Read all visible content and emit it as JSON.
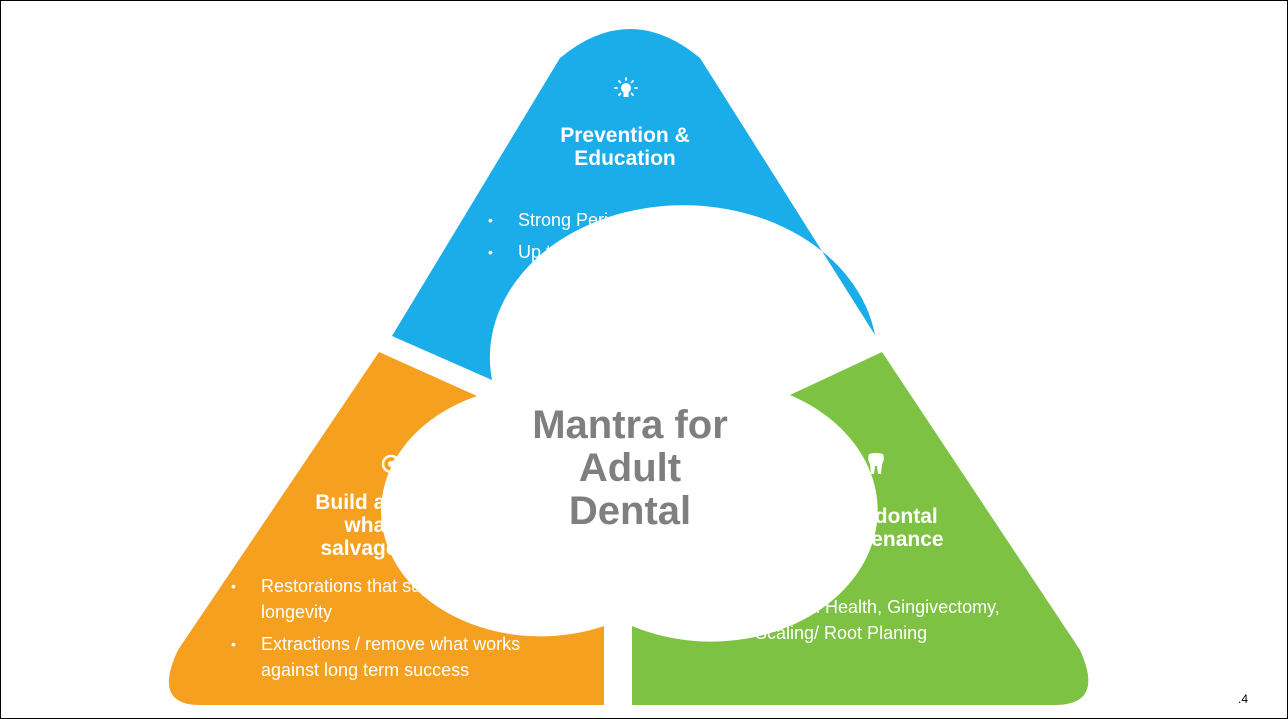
{
  "center": {
    "lines": [
      "Mantra for",
      "Adult",
      "Dental"
    ]
  },
  "sections": {
    "prevention": {
      "title_lines": [
        "Prevention &",
        "Education"
      ],
      "icon": "lightbulb-icon",
      "color": "#1aadea",
      "bullets": [
        "Strong Periodontal goals",
        "Up to 3 cleanings per year"
      ]
    },
    "salvage": {
      "title_lines": [
        "Build around",
        "what is",
        "salvageable"
      ],
      "icon": "target-icon",
      "color": "#f5a01f",
      "bullets": [
        "Restorations that support longevity",
        "Extractions / remove what works against long term success"
      ]
    },
    "periodontal": {
      "title_lines": [
        "Periodontal",
        "Maintenance"
      ],
      "icon": "tooth-icon",
      "color": "#7dc242",
      "bullets": [
        "Gingival Health, Gingivectomy, Scaling/ Root Planing"
      ]
    }
  },
  "page_number": ".4"
}
